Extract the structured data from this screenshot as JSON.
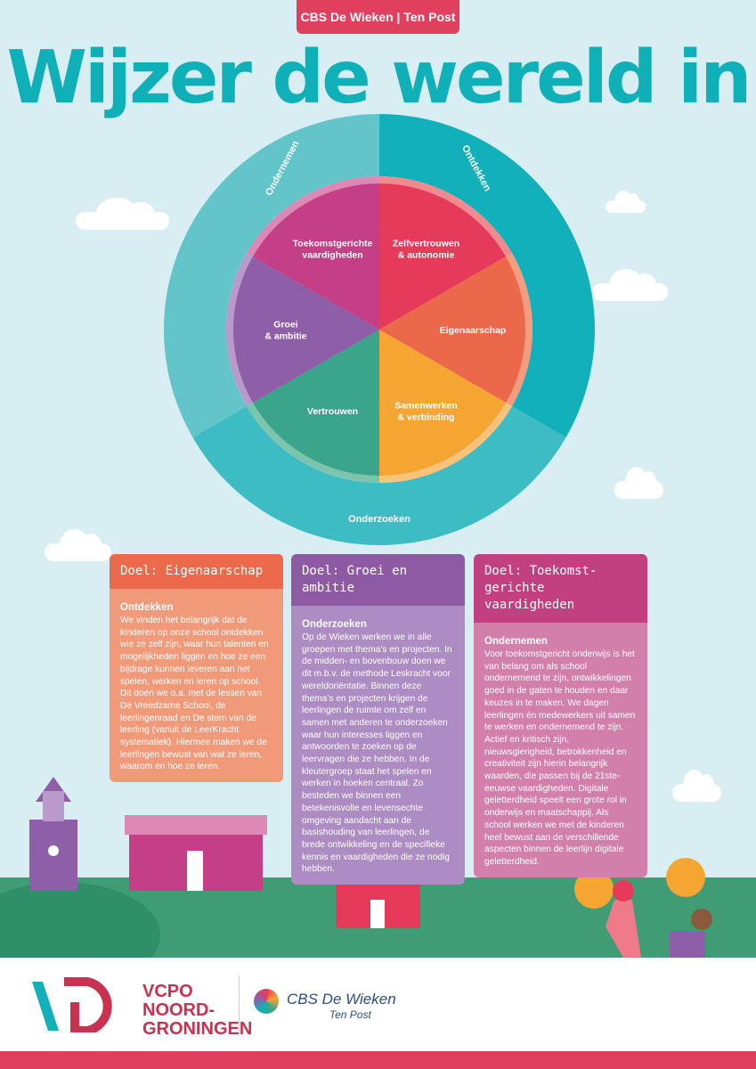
{
  "header": {
    "tag": "CBS De Wieken | Ten Post",
    "title": "Wijzer de wereld in"
  },
  "wheel": {
    "outer": [
      {
        "label": "Ontdekken",
        "color": "#12b0ba"
      },
      {
        "label": "Onderzoeken",
        "color": "#3dbcc3"
      },
      {
        "label": "Ondernemen",
        "color": "#62c5ca"
      }
    ],
    "slices": [
      {
        "label": "Zelfvertrouwen & autonomie",
        "color": "#e63a5a",
        "rim": "#f08a8f"
      },
      {
        "label": "Eigenaarschap",
        "color": "#eb694a",
        "rim": "#f49c80"
      },
      {
        "label": "Samenwerken & verbinding",
        "color": "#f5a632",
        "rim": "#f7c37a"
      },
      {
        "label": "Vertrouwen",
        "color": "#3aa58b",
        "rim": "#7cc4ad"
      },
      {
        "label": "Groei & ambitie",
        "color": "#8e5ea9",
        "rim": "#b99acb"
      },
      {
        "label": "Toekomstgerichte vaardigheden",
        "color": "#c43f86",
        "rim": "#dd88b5"
      }
    ]
  },
  "cards": [
    {
      "title": "Doel: Eigenaarschap",
      "head_color": "#ea6a4b",
      "body_color": "#f19a7a",
      "subtitle": "Ontdekken",
      "text": "We vinden het belangrijk dat de kinderen op onze school ontdekken wie ze zelf zijn, waar hun talenten en mogelijkheden liggen en hoe ze een bijdrage kunnen leveren aan het spelen, werken en leren op school. Dit doen we o.a. met de lessen van De Vreedzame School, de leerlingenraad en De stem van de leerling (vanuit de LeerKracht systematiek). Hiermee maken we de leerlingen bewust van wat ze leren, waarom en hoe ze leren."
    },
    {
      "title": "Doel: Groei en ambitie",
      "head_color": "#8e5aa3",
      "body_color": "#ad8bc3",
      "subtitle": "Onderzoeken",
      "text": "Op de Wieken werken we in alle groepen met thema’s en projecten. In de midden- en bovenbouw doen we dit m.b.v. de methode Leskracht voor wereldoriëntatie. Binnen deze thema’s en projecten krijgen de leerlingen de ruimte om zelf en samen met anderen te onderzoeken waar hun interesses liggen en antwoorden te zoeken op de leervragen die ze hebben. In de kleutergroep staat het spelen en werken in hoeken centraal. Zo besteden we binnen een betekenisvolle en levensechte omgeving aandacht aan de basishouding van leerlingen, de brede ontwikkeling en de specifieke kennis en vaardigheden die ze nodig hebben."
    },
    {
      "title": "Doel: Toekomst-gerichte vaardigheden",
      "head_color": "#c2407f",
      "body_color": "#d27fab",
      "subtitle": "Ondernemen",
      "text": "Voor toekomstgericht onderwijs is het van belang om als school ondernemend te zijn, ontwikkelingen goed in de gaten te houden en daar keuzes in te maken. We dagen leerlingen én medewerkers uit samen te werken en ondernemend te zijn. Actief en kritisch zijn, nieuwsgierigheid, betrokkenheid en creativiteit zijn hierin belangrijk waarden, die passen bij de 21ste-eeuwse vaardigheden. Digitale geletterdheid speelt een grote rol in onderwijs en maatschappij. Als school werken we met de kinderen heel bewust aan de verschillende aspecten binnen de leerlijn digitale geletterdheid."
    }
  ],
  "footer": {
    "vcpo": [
      "VCPO",
      "NOORD-",
      "GRONINGEN"
    ],
    "school": "CBS De Wieken",
    "place": "Ten Post"
  }
}
